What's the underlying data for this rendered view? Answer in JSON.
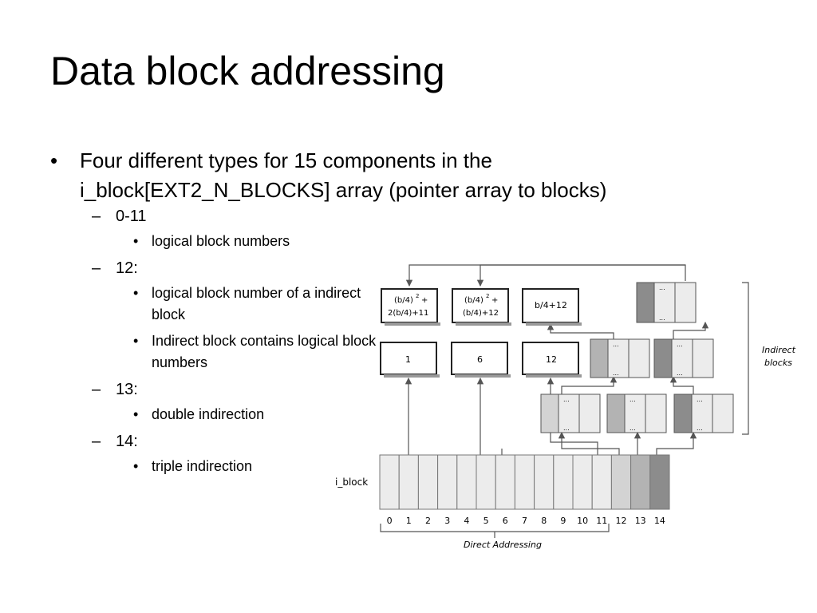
{
  "slide": {
    "title": "Data block addressing",
    "bullets": {
      "main": "Four different types for 15 components in the i_block[EXT2_N_BLOCKS] array (pointer array to blocks)",
      "range_0_11": "0-11",
      "range_0_11_note": "logical block numbers",
      "idx_12": "12:",
      "idx_12_note_a": "logical block number of a indirect block",
      "idx_12_note_b": "Indirect block contains logical block numbers",
      "idx_13": "13:",
      "idx_13_note": "double indirection",
      "idx_14": "14:",
      "idx_14_note": "triple indirection"
    },
    "bullet_glyph": "•",
    "dash_glyph": "–"
  },
  "diagram": {
    "array_label": "i_block",
    "indices": [
      "0",
      "1",
      "2",
      "3",
      "4",
      "5",
      "6",
      "7",
      "8",
      "9",
      "10",
      "11",
      "12",
      "13",
      "14"
    ],
    "direct_label": "Direct Addressing",
    "indirect_label_line1": "Indirect",
    "indirect_label_line2": "blocks",
    "data_blocks_top": [
      "b/4+12"
    ],
    "formula_a_line1": "(b/4)",
    "formula_a_line2": "2(b/4)+11",
    "formula_b_line1": "(b/4)",
    "formula_b_line2": "(b/4)+12",
    "formula_exp": "2",
    "formula_plus": "+",
    "data_blocks_mid": [
      "1",
      "6",
      "12"
    ],
    "ellipsis": "...",
    "colors": {
      "light": "#d3d3d3",
      "medium": "#b3b3b3",
      "dark": "#8c8c8c",
      "cell": "#ececec",
      "line": "#555555"
    }
  }
}
